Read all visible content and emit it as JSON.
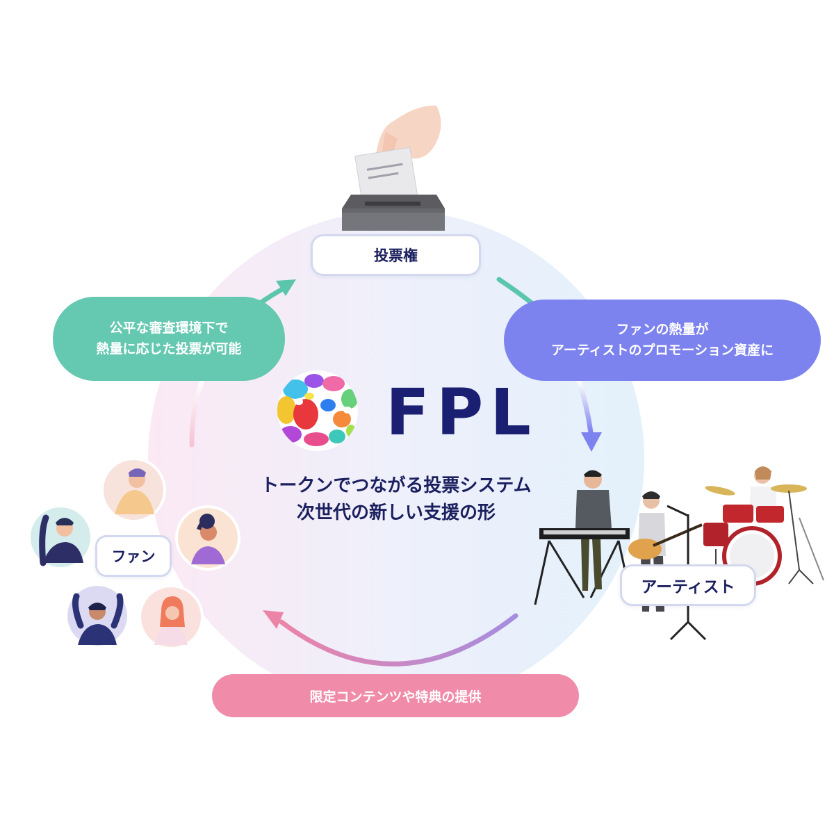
{
  "logo": {
    "wordmark": "FPL"
  },
  "tagline": {
    "line1": "トークンでつながる投票システム",
    "line2": "次世代の新しい支援の形"
  },
  "nodes": {
    "vote": {
      "label": "投票権"
    },
    "fan": {
      "label": "ファン"
    },
    "artist": {
      "label": "アーティスト"
    }
  },
  "callouts": {
    "fair_voting": {
      "line1": "公平な審査環境下で",
      "line2": "熱量に応じた投票が可能"
    },
    "promotion_asset": {
      "line1": "ファンの熱量が",
      "line2": "アーティストのプロモーション資産に"
    },
    "exclusive_content": {
      "text": "限定コンテンツや特典の提供"
    }
  },
  "colors": {
    "navy": "#1b1f72",
    "teal": "#65c8b1",
    "purple": "#7d83ee",
    "pink": "#f08ba9"
  }
}
